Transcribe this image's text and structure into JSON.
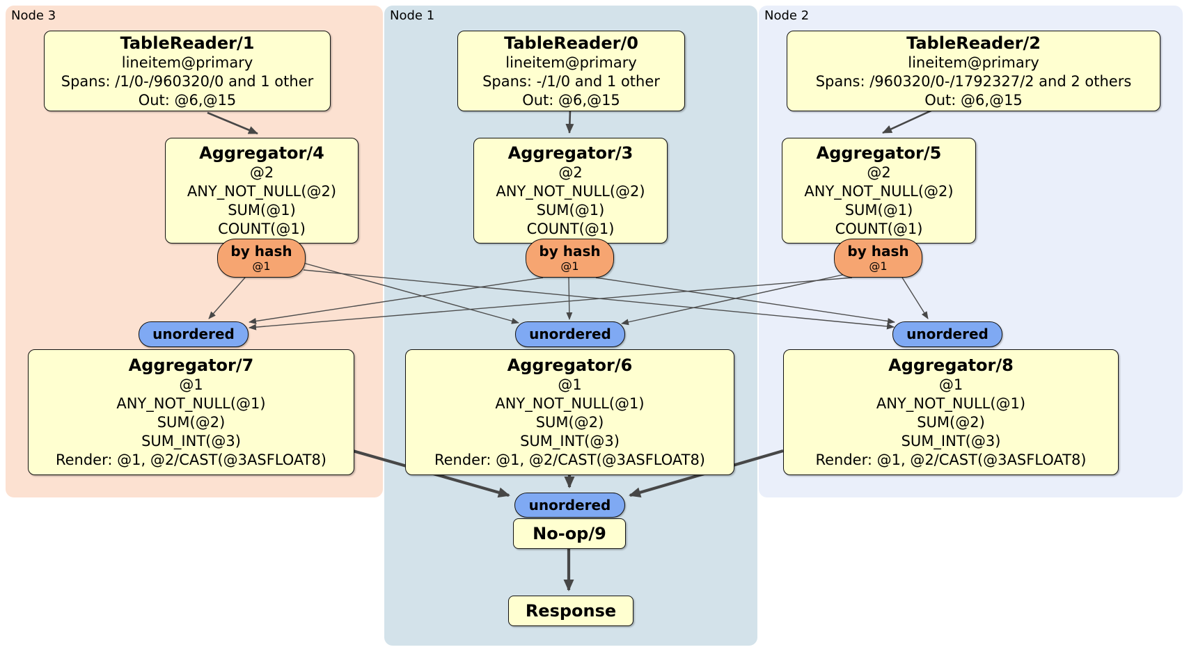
{
  "groups": [
    {
      "id": "node3",
      "label": "Node 3",
      "color": "#fce1d1"
    },
    {
      "id": "node1",
      "label": "Node 1",
      "color": "#d3e2ea"
    },
    {
      "id": "node2",
      "label": "Node 2",
      "color": "#eaeffa"
    }
  ],
  "processors": {
    "tablereader1": {
      "title": "TableReader/1",
      "details": [
        "lineitem@primary",
        "Spans: /1/0-/960320/0 and 1 other",
        "Out: @6,@15"
      ]
    },
    "tablereader0": {
      "title": "TableReader/0",
      "details": [
        "lineitem@primary",
        "Spans: -/1/0 and 1 other",
        "Out: @6,@15"
      ]
    },
    "tablereader2": {
      "title": "TableReader/2",
      "details": [
        "lineitem@primary",
        "Spans: /960320/0-/1792327/2 and 2 others",
        "Out: @6,@15"
      ]
    },
    "aggregator4": {
      "title": "Aggregator/4",
      "details": [
        "@2",
        "ANY_NOT_NULL(@2)",
        "SUM(@1)",
        "COUNT(@1)"
      ]
    },
    "aggregator3": {
      "title": "Aggregator/3",
      "details": [
        "@2",
        "ANY_NOT_NULL(@2)",
        "SUM(@1)",
        "COUNT(@1)"
      ]
    },
    "aggregator5": {
      "title": "Aggregator/5",
      "details": [
        "@2",
        "ANY_NOT_NULL(@2)",
        "SUM(@1)",
        "COUNT(@1)"
      ]
    },
    "aggregator7": {
      "title": "Aggregator/7",
      "details": [
        "@1",
        "ANY_NOT_NULL(@1)",
        "SUM(@2)",
        "SUM_INT(@3)",
        "Render: @1, @2/CAST(@3ASFLOAT8)"
      ]
    },
    "aggregator6": {
      "title": "Aggregator/6",
      "details": [
        "@1",
        "ANY_NOT_NULL(@1)",
        "SUM(@2)",
        "SUM_INT(@3)",
        "Render: @1, @2/CAST(@3ASFLOAT8)"
      ]
    },
    "aggregator8": {
      "title": "Aggregator/8",
      "details": [
        "@1",
        "ANY_NOT_NULL(@1)",
        "SUM(@2)",
        "SUM_INT(@3)",
        "Render: @1, @2/CAST(@3ASFLOAT8)"
      ]
    },
    "noop9": {
      "title": "No-op/9"
    },
    "response": {
      "title": "Response"
    }
  },
  "routers": {
    "by_hash": {
      "label": "by hash",
      "key": "@1"
    }
  },
  "streams": {
    "unordered": "unordered"
  },
  "colors": {
    "processor_fill": "#ffffd0",
    "router_fill": "#f6a571",
    "stream_fill": "#7fa9f3",
    "edge": "#474747",
    "border": "#111111"
  }
}
